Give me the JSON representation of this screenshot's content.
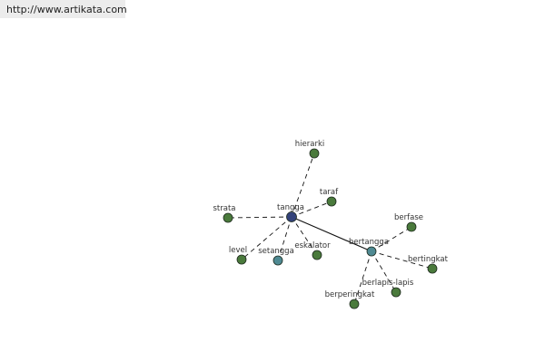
{
  "source_url": "http://www.artikata.com",
  "colors": {
    "central_node": "#33427a",
    "hub_node": "#4f8a93",
    "leaf_node": "#4a7a3c",
    "node_stroke": "#1e2a1e",
    "edge": "#111111"
  },
  "nodes": [
    {
      "id": "tangga",
      "label": "tangga",
      "kind": "central"
    },
    {
      "id": "hierarki",
      "label": "hierarki",
      "kind": "leaf"
    },
    {
      "id": "taraf",
      "label": "taraf",
      "kind": "leaf"
    },
    {
      "id": "strata",
      "label": "strata",
      "kind": "leaf"
    },
    {
      "id": "level",
      "label": "level",
      "kind": "leaf"
    },
    {
      "id": "setangga",
      "label": "setangga",
      "kind": "hub"
    },
    {
      "id": "eskalator",
      "label": "eskalator",
      "kind": "leaf"
    },
    {
      "id": "bertangga",
      "label": "bertangga",
      "kind": "hub"
    },
    {
      "id": "berfase",
      "label": "berfase",
      "kind": "leaf"
    },
    {
      "id": "bertingkat",
      "label": "bertingkat",
      "kind": "leaf"
    },
    {
      "id": "berlapis-lapis",
      "label": "berlapis-lapis",
      "kind": "leaf"
    },
    {
      "id": "berperingkat",
      "label": "berperingkat",
      "kind": "leaf"
    }
  ],
  "edges": [
    {
      "from": "tangga",
      "to": "hierarki",
      "style": "dashed"
    },
    {
      "from": "tangga",
      "to": "taraf",
      "style": "dashed"
    },
    {
      "from": "tangga",
      "to": "strata",
      "style": "dashed"
    },
    {
      "from": "tangga",
      "to": "level",
      "style": "dashed"
    },
    {
      "from": "tangga",
      "to": "setangga",
      "style": "dashed"
    },
    {
      "from": "tangga",
      "to": "eskalator",
      "style": "dashed"
    },
    {
      "from": "tangga",
      "to": "bertangga",
      "style": "solid"
    },
    {
      "from": "bertangga",
      "to": "berfase",
      "style": "dashed"
    },
    {
      "from": "bertangga",
      "to": "bertingkat",
      "style": "dashed"
    },
    {
      "from": "bertangga",
      "to": "berlapis-lapis",
      "style": "dashed"
    },
    {
      "from": "bertangga",
      "to": "berperingkat",
      "style": "dashed"
    }
  ]
}
